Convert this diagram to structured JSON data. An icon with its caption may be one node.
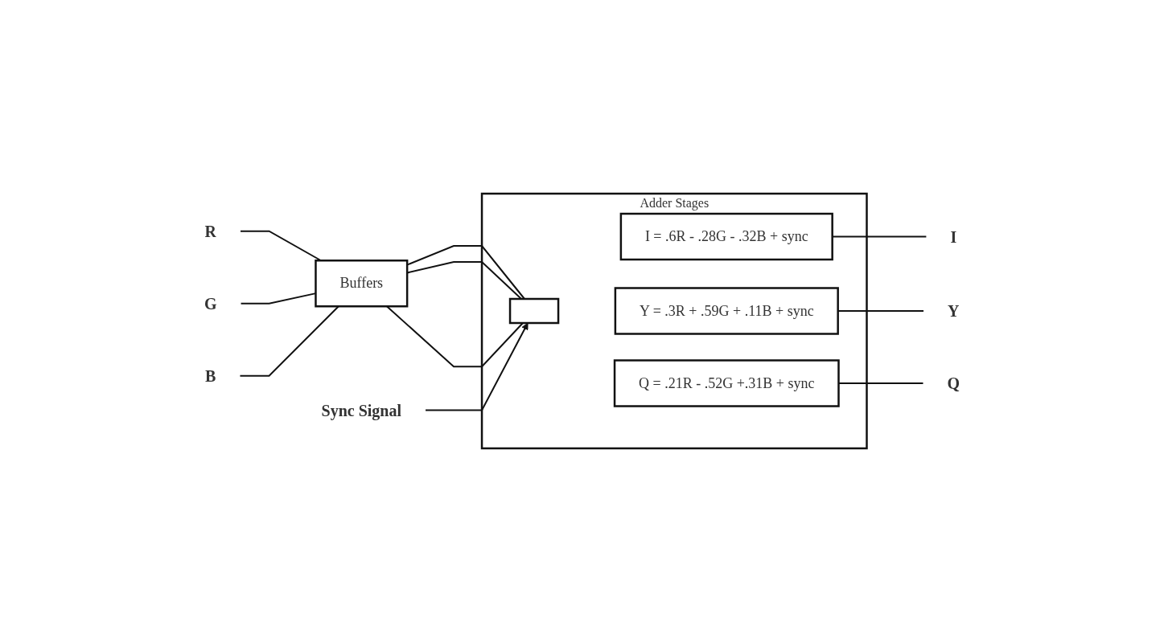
{
  "diagram": {
    "nodes": [
      {
        "text": [
          "R"
        ]
      },
      {
        "text": [
          "G"
        ]
      },
      {
        "text": [
          "B"
        ]
      },
      {
        "text": [
          "Buffers"
        ]
      },
      {
        "text": [
          "Adder Stages"
        ]
      },
      {
        "text": [],
        "shape": "box",
        "in": 4
      },
      {
        "text": [
          "I = .6R - .28G - .32B + sync"
        ],
        "in": 4
      },
      {
        "text": [
          "Y = .3R + .59G + .11B + sync"
        ],
        "in": 4
      },
      {
        "text": [
          "Q = .21R - .52G +.31B + sync"
        ],
        "in": 4
      },
      {
        "text": [
          "I"
        ]
      },
      {
        "text": [
          "Y"
        ]
      },
      {
        "text": [
          "Q"
        ]
      },
      {
        "text": [
          "Sync Signal"
        ]
      }
    ],
    "edges": [
      {
        "from": 0,
        "to": 3,
        "arrow": "none"
      },
      {
        "from": 1,
        "to": 3,
        "arrow": "none"
      },
      {
        "from": 2,
        "to": 3,
        "arrow": "none"
      },
      {
        "from": 3,
        "to": 5,
        "arrow": "none"
      },
      {
        "from": 3,
        "to": 5,
        "arrow": "none"
      },
      {
        "from": 3,
        "to": 5,
        "arrow": "none"
      },
      {
        "from": 6,
        "to": 9,
        "arrow": "none"
      },
      {
        "from": 7,
        "to": 10,
        "arrow": "none"
      },
      {
        "from": 8,
        "to": 11,
        "arrow": "none"
      },
      {
        "from": 12,
        "to": 5,
        "arrow": "to"
      }
    ]
  }
}
